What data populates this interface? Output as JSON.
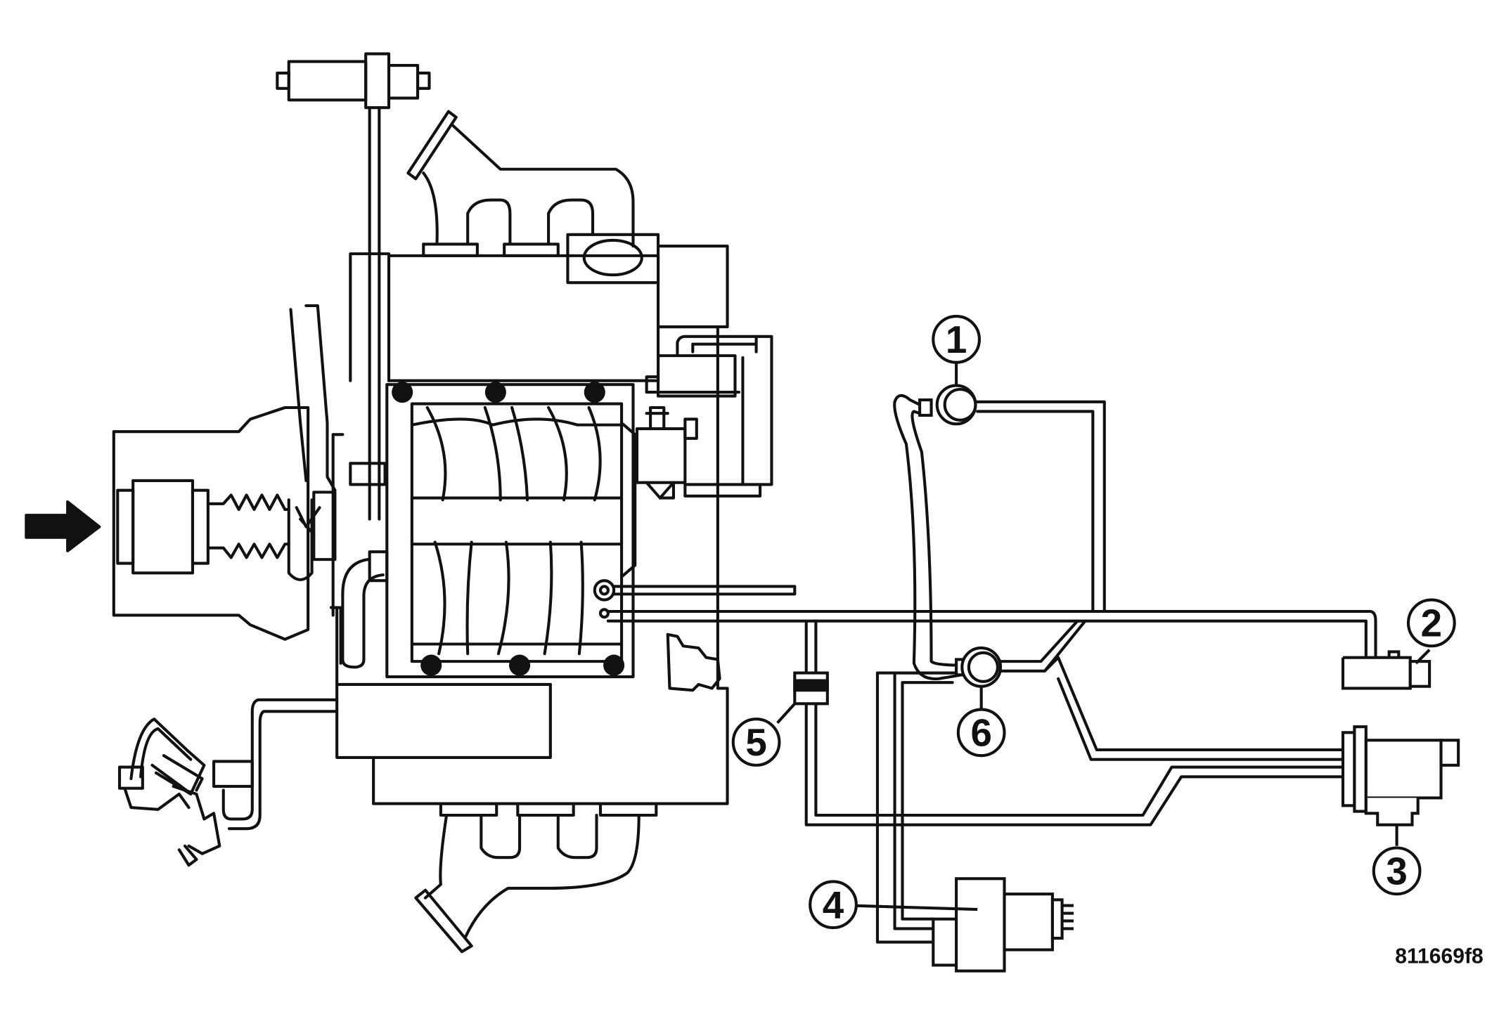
{
  "diagram": {
    "callouts": [
      {
        "id": "1",
        "label": "1"
      },
      {
        "id": "2",
        "label": "2"
      },
      {
        "id": "3",
        "label": "3"
      },
      {
        "id": "4",
        "label": "4"
      },
      {
        "id": "5",
        "label": "5"
      },
      {
        "id": "6",
        "label": "6"
      }
    ],
    "figure_id": "811669f8",
    "colors": {
      "line": "#111111",
      "fill": "#ffffff",
      "dot": "#111111"
    }
  }
}
